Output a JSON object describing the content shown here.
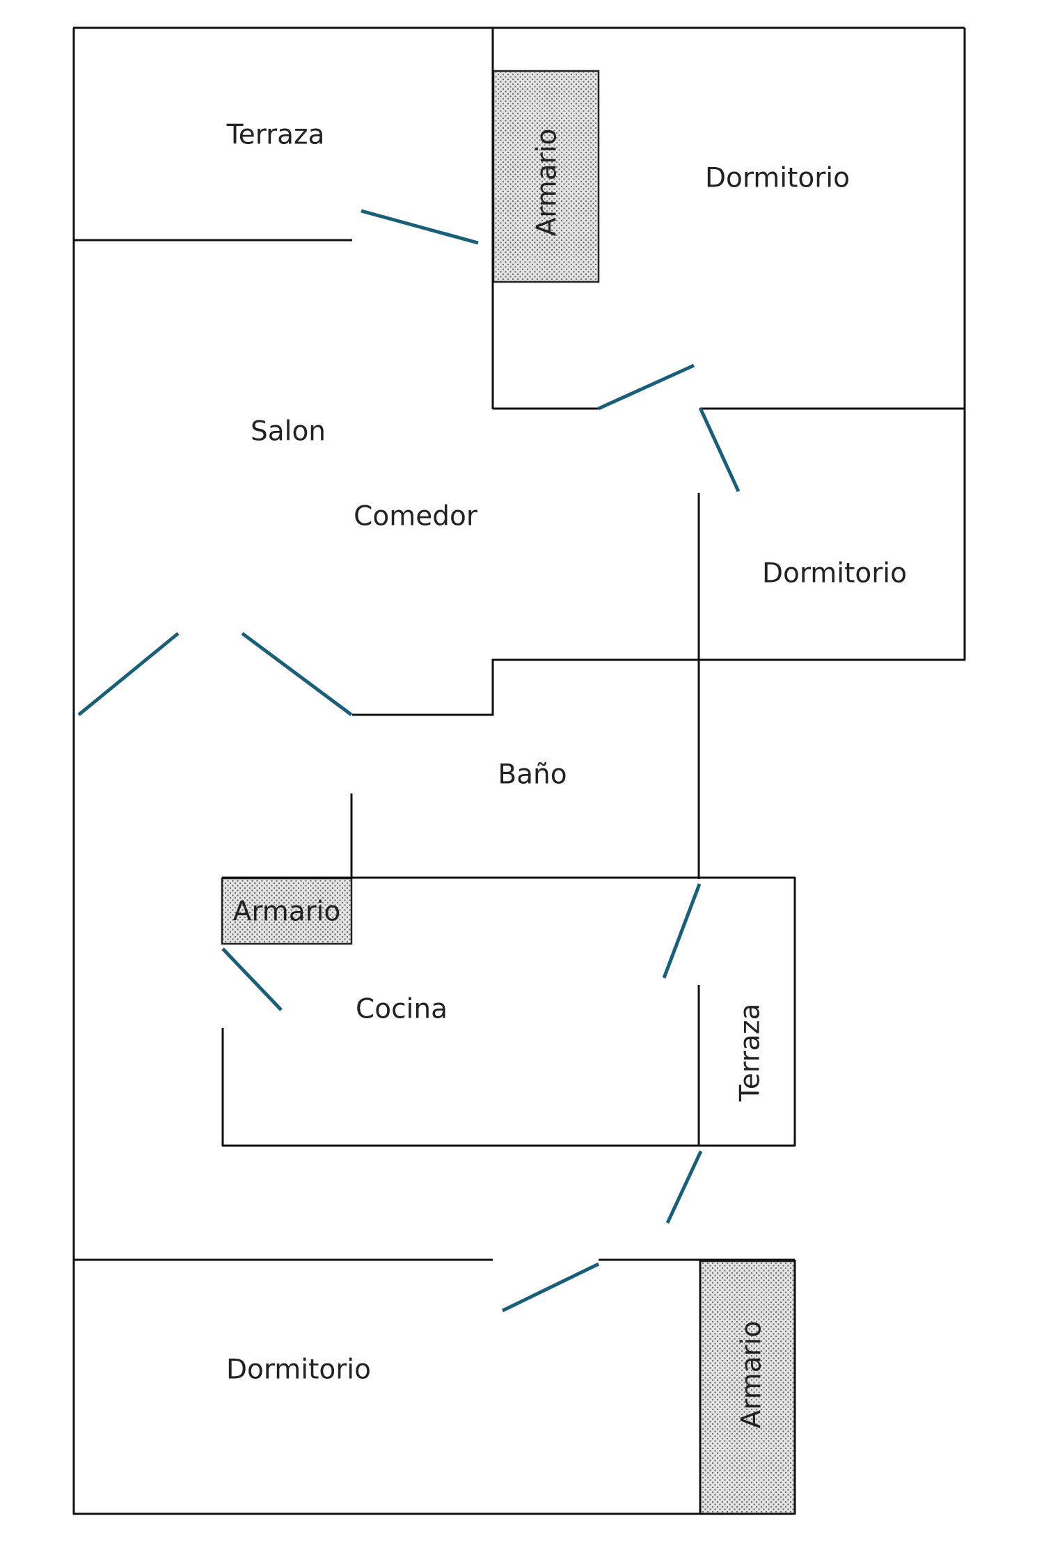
{
  "plan": {
    "door_color": "#1b5e78",
    "wall_color": "#111111",
    "closet_fill": "#e4e4e4",
    "closet_dot_color": "#6e6e6e",
    "rooms": {
      "terraza_top": "Terraza",
      "dormitorio_top_right": "Dormitorio",
      "salon": "Salon",
      "comedor": "Comedor",
      "dormitorio_right": "Dormitorio",
      "bano": "Baño",
      "cocina": "Cocina",
      "terraza_side": "Terraza",
      "dormitorio_bottom": "Dormitorio"
    },
    "closets": {
      "top": "Armario",
      "kitchen": "Armario",
      "bottom": "Armario"
    }
  }
}
